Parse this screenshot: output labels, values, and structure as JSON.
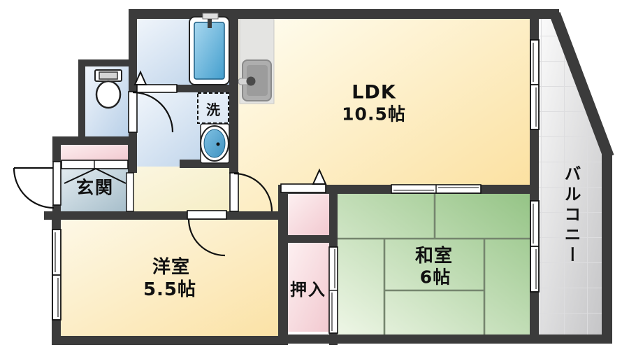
{
  "plan": {
    "rooms": {
      "ldk": {
        "name": "LDK",
        "size": "10.5帖"
      },
      "washitsu": {
        "name": "和室",
        "size": "6帖"
      },
      "youshitsu": {
        "name": "洋室",
        "size": "5.5帖"
      },
      "oshiire": {
        "label": "押入"
      },
      "genkan": {
        "label": "玄関"
      },
      "laundry": {
        "label": "洗"
      },
      "balcony": {
        "label": "バルコニー"
      }
    },
    "colors": {
      "wall": "#3b3b3b",
      "ldk_floor": "#fbe3a4",
      "tatami_green": "#a2cd92",
      "closet_pink": "#f5cfd5",
      "genkan_blue": "#a9c0cd",
      "water_blue": "#c2d7ec",
      "bathtub_blue": "#55aad5",
      "balcony_gray": "#c9c9cb",
      "tatami_line": "#75856e",
      "text": "#111111"
    }
  }
}
